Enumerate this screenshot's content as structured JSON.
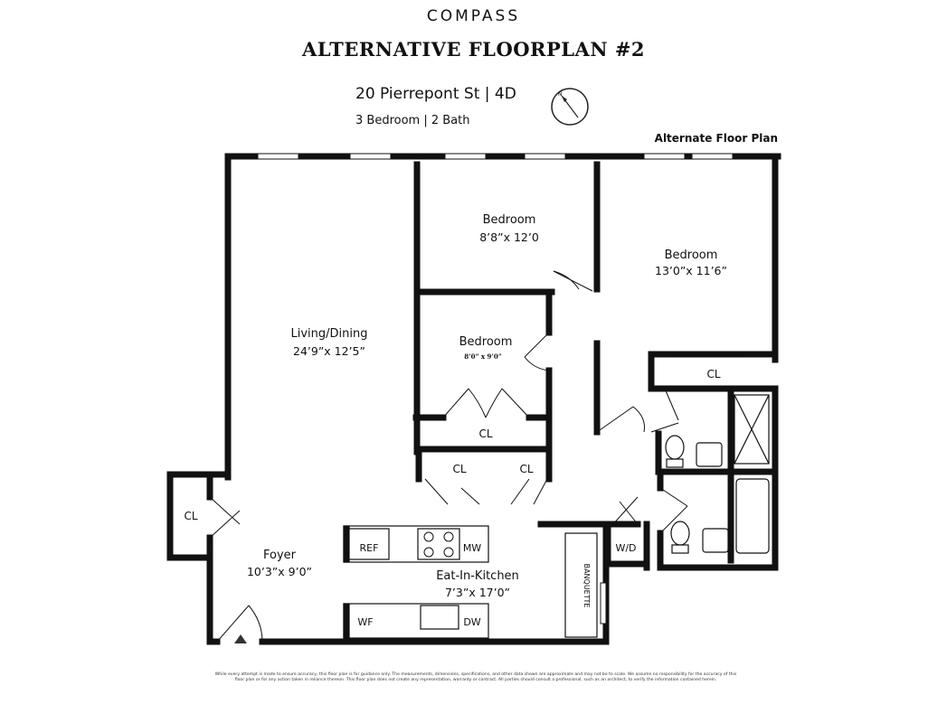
{
  "header": {
    "brand": "COMPASS",
    "title": "ALTERNATIVE FLOORPLAN #2",
    "address": "20 Pierrepont St | 4D",
    "unit_summary": "3 Bedroom | 2 Bath",
    "plan_type": "Alternate Floor Plan"
  },
  "rooms": {
    "living": {
      "name": "Living/Dining",
      "dims": "24’9”x 12’5”"
    },
    "bedroom_a": {
      "name": "Bedroom",
      "dims": "8’8”x 12’0"
    },
    "bedroom_b": {
      "name": "Bedroom",
      "dims": "13’0”x 11’6”"
    },
    "bedroom_c": {
      "name": "Bedroom",
      "dims": "8’0” x 9’0”"
    },
    "foyer": {
      "name": "Foyer",
      "dims": "10’3”x 9’0”"
    },
    "kitchen": {
      "name": "Eat-In-Kitchen",
      "dims": "7’3”x 17’0”"
    }
  },
  "fixtures": {
    "closet": "CL",
    "ref": "REF",
    "mw": "MW",
    "wf": "WF",
    "dw": "DW",
    "wd": "W/D",
    "banquette": "BANQUETTE"
  },
  "icons": [
    "compass-rose-icon",
    "entry-arrow-icon"
  ],
  "disclaimer": "While every attempt is made to ensure accuracy, this floor plan is for guidance only. The measurements, dimensions, specifications, and other data shown are approximate and may not be to scale. We assume no responsibility for the accuracy of this floor plan or for any action taken in reliance thereon. This floor plan does not create any representation, warranty or contract. All parties should consult a professional, such as an architect, to verify the information contained herein."
}
